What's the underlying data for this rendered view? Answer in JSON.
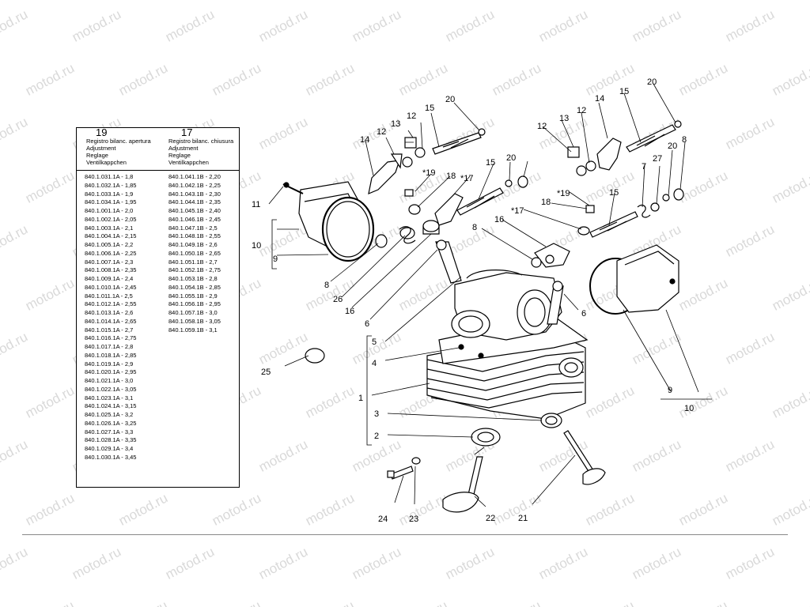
{
  "watermark": "motod.ru",
  "table": {
    "col19": {
      "number": "19",
      "header_lines": [
        "Registro bilanc. apertura",
        "Adjustment",
        "Reglage",
        "Ventilkappchen"
      ],
      "rows": [
        "840.1.031.1A - 1,8",
        "840.1.032.1A - 1,85",
        "840.1.033.1A - 1,9",
        "840.1.034.1A - 1,95",
        "840.1.001.1A - 2,0",
        "840.1.002.1A - 2,05",
        "840.1.003.1A - 2,1",
        "840.1.004.1A - 2,15",
        "840.1.005.1A - 2,2",
        "840.1.006.1A - 2,25",
        "840.1.007.1A - 2,3",
        "840.1.008.1A - 2,35",
        "840.1.009.1A - 2,4",
        "840.1.010.1A - 2,45",
        "840.1.011.1A - 2,5",
        "840.1.012.1A - 2,55",
        "840.1.013.1A - 2,6",
        "840.1.014.1A - 2,65",
        "840.1.015.1A - 2,7",
        "840.1.016.1A - 2,75",
        "840.1.017.1A - 2,8",
        "840.1.018.1A - 2,85",
        "840.1.019.1A - 2,9",
        "840.1.020.1A - 2,95",
        "840.1.021.1A - 3,0",
        "840.1.022.1A - 3,05",
        "840.1.023.1A - 3,1",
        "840.1.024.1A - 3,15",
        "840.1.025.1A - 3,2",
        "840.1.026.1A - 3,25",
        "840.1.027.1A - 3,3",
        "840.1.028.1A - 3,35",
        "840.1.029.1A - 3,4",
        "840.1.030.1A - 3,45"
      ]
    },
    "col17": {
      "number": "17",
      "header_lines": [
        "Registro bilanc. chiusura",
        "Adjustment",
        "Reglage",
        "Ventilkappchen"
      ],
      "rows": [
        "840.1.041.1B - 2,20",
        "840.1.042.1B - 2,25",
        "840.1.043.1B - 2,30",
        "840.1.044.1B - 2,35",
        "840.1.045.1B - 2,40",
        "840.1.046.1B - 2,45",
        "840.1.047.1B - 2,5",
        "840.1.048.1B - 2,55",
        "840.1.049.1B - 2,6",
        "840.1.050.1B - 2,65",
        "840.1.051.1B - 2,7",
        "840.1.052.1B - 2,75",
        "840.1.053.1B - 2,8",
        "840.1.054.1B - 2,85",
        "840.1.055.1B - 2,9",
        "840.1.056.1B - 2,95",
        "840.1.057.1B - 3,0",
        "840.1.058.1B - 3,05",
        "840.1.059.1B - 3,1"
      ]
    }
  },
  "callouts": [
    "1",
    "2",
    "3",
    "4",
    "5",
    "6",
    "6",
    "7",
    "8",
    "8",
    "8",
    "9",
    "9",
    "10",
    "10",
    "11",
    "12",
    "12",
    "12",
    "12",
    "13",
    "13",
    "14",
    "14",
    "15",
    "15",
    "15",
    "15",
    "16",
    "16",
    "*17",
    "*17",
    "18",
    "18",
    "*19",
    "*19",
    "20",
    "20",
    "20",
    "20",
    "21",
    "22",
    "23",
    "24",
    "25",
    "26",
    "27"
  ]
}
